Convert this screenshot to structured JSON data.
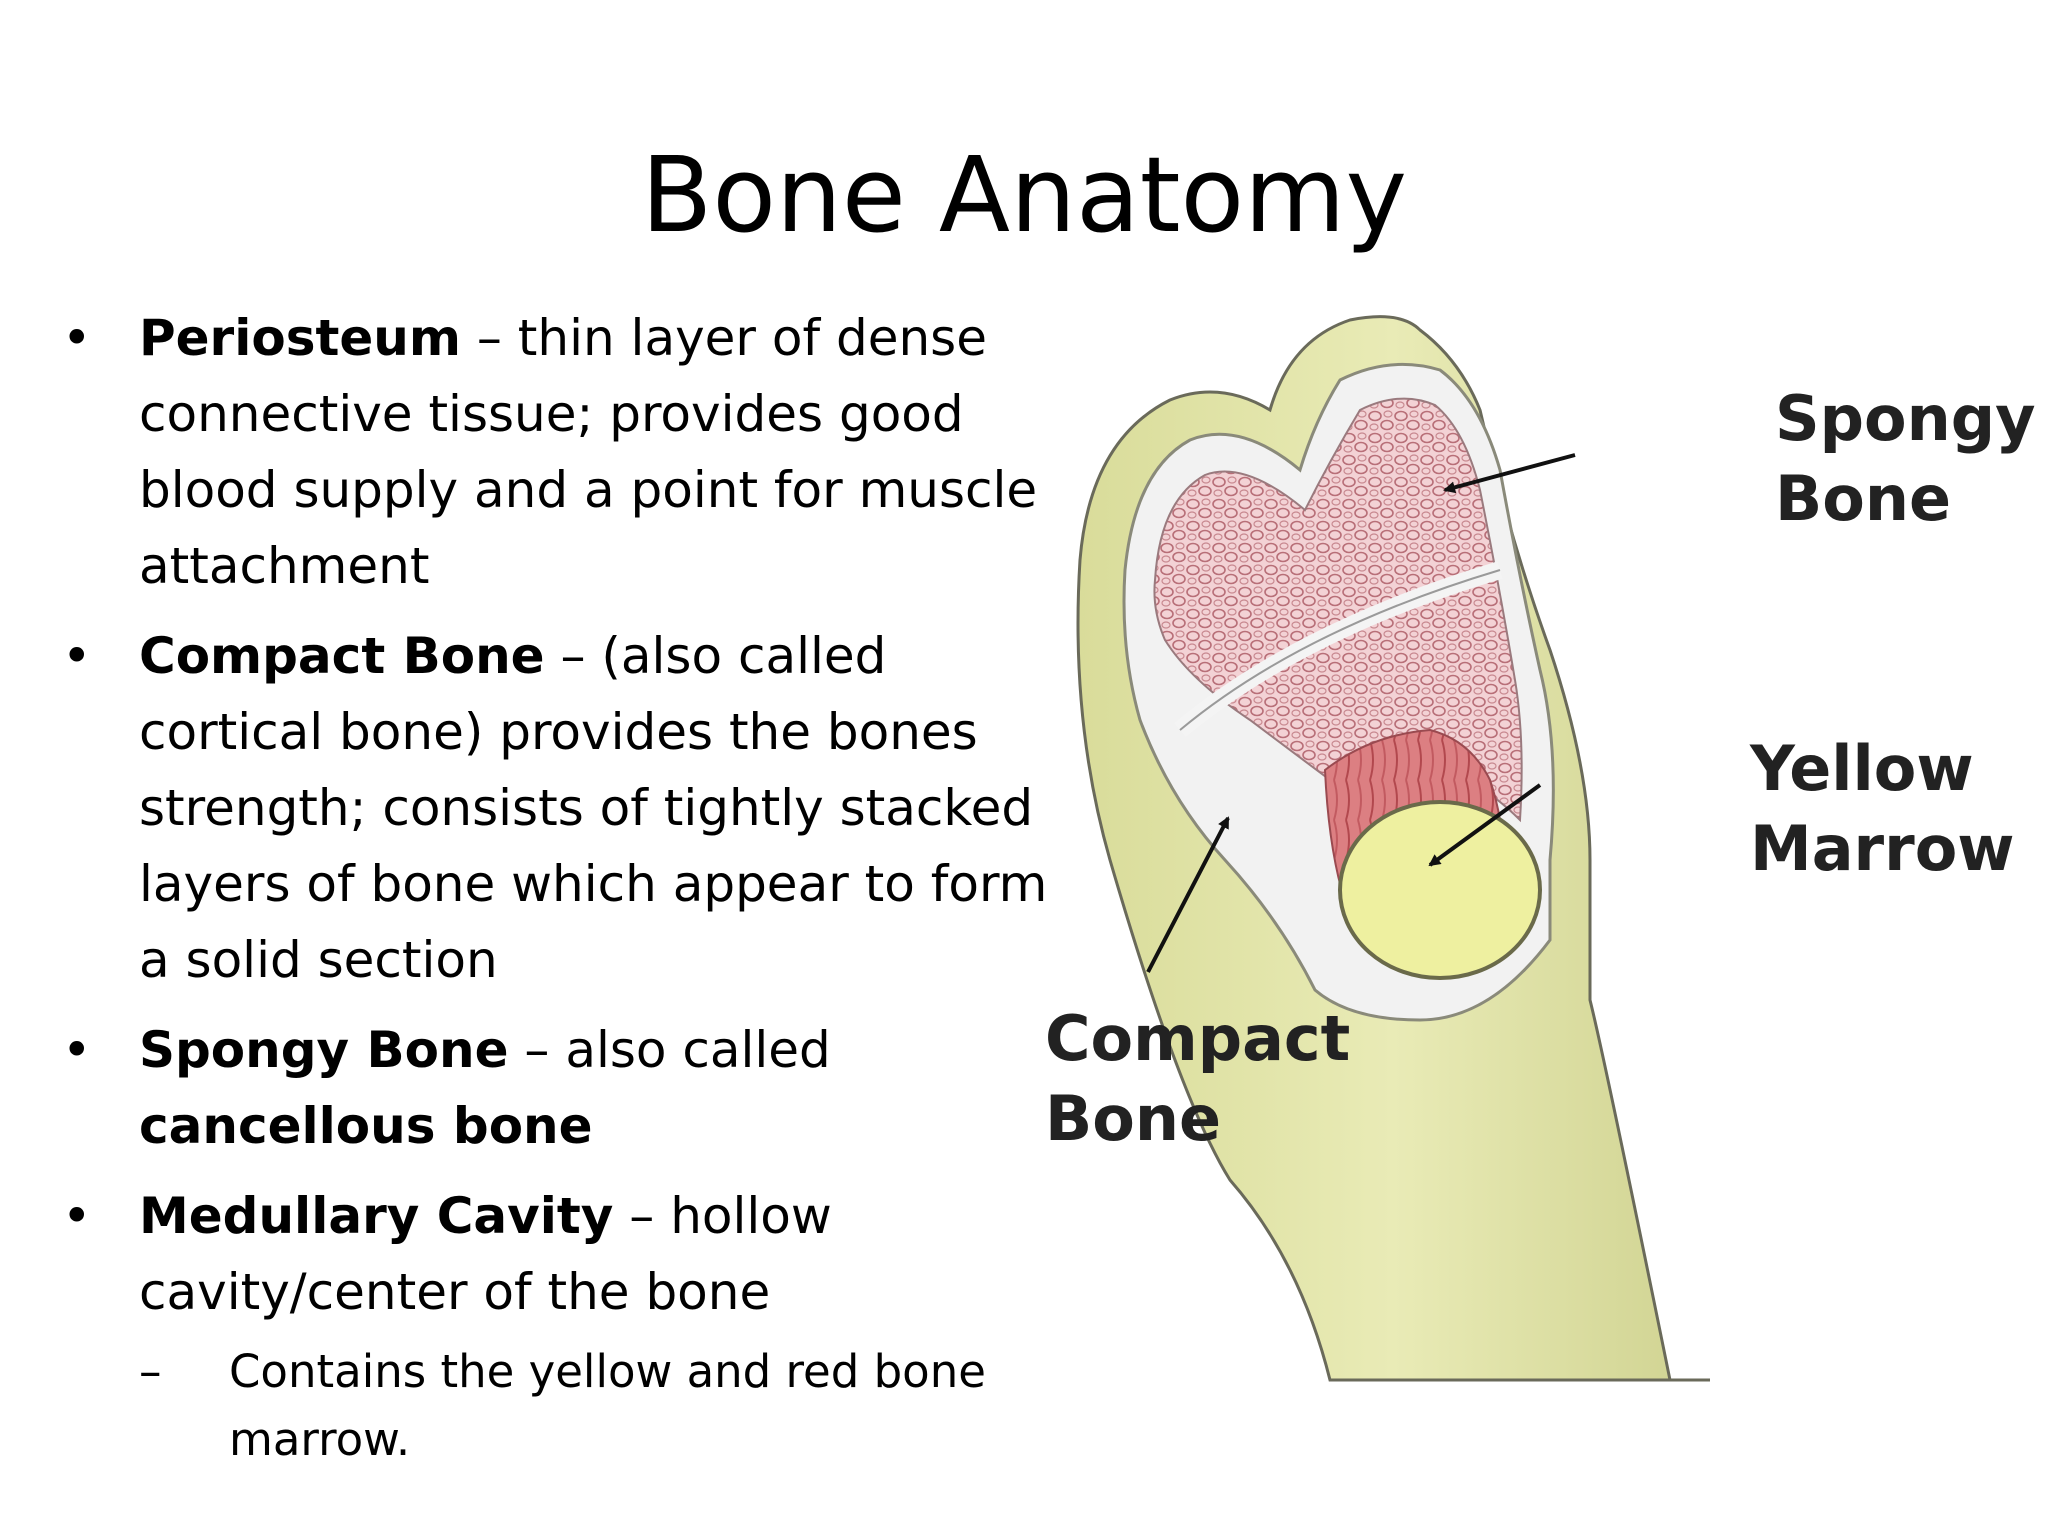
{
  "title": "Bone Anatomy",
  "bullets": [
    {
      "term": "Periosteum",
      "sep": " – ",
      "text": "thin layer of dense connective tissue; provides good blood supply and a point for muscle attachment"
    },
    {
      "term": "Compact Bone",
      "sep": " – ",
      "text": "(also called cortical bone) provides the bones strength; consists of tightly stacked layers of bone which appear to form a solid section"
    },
    {
      "term": "Spongy Bone",
      "sep": " – ",
      "text": "also called",
      "term2": "cancellous bone"
    },
    {
      "term": "Medullary Cavity",
      "sep": " – ",
      "text": "hollow cavity/center of the bone",
      "sub": [
        {
          "dash": "–",
          "text": "Contains the yellow and red bone marrow."
        }
      ]
    }
  ],
  "bullet_glyph": "•",
  "figure": {
    "labels": {
      "spongy_line1": "Spongy",
      "spongy_line2": "Bone",
      "yellow_line1": "Yellow",
      "yellow_line2": "Marrow",
      "compact_line1": "Compact",
      "compact_line2": "Bone"
    },
    "colors": {
      "periosteum": "#e6e8a8",
      "compact": "#f2f2f2",
      "spongy": "#f0c8cc",
      "red_marrow": "#d9767a",
      "yellow_marrow": "#eef0a0",
      "outline": "#6a6a5a"
    }
  }
}
